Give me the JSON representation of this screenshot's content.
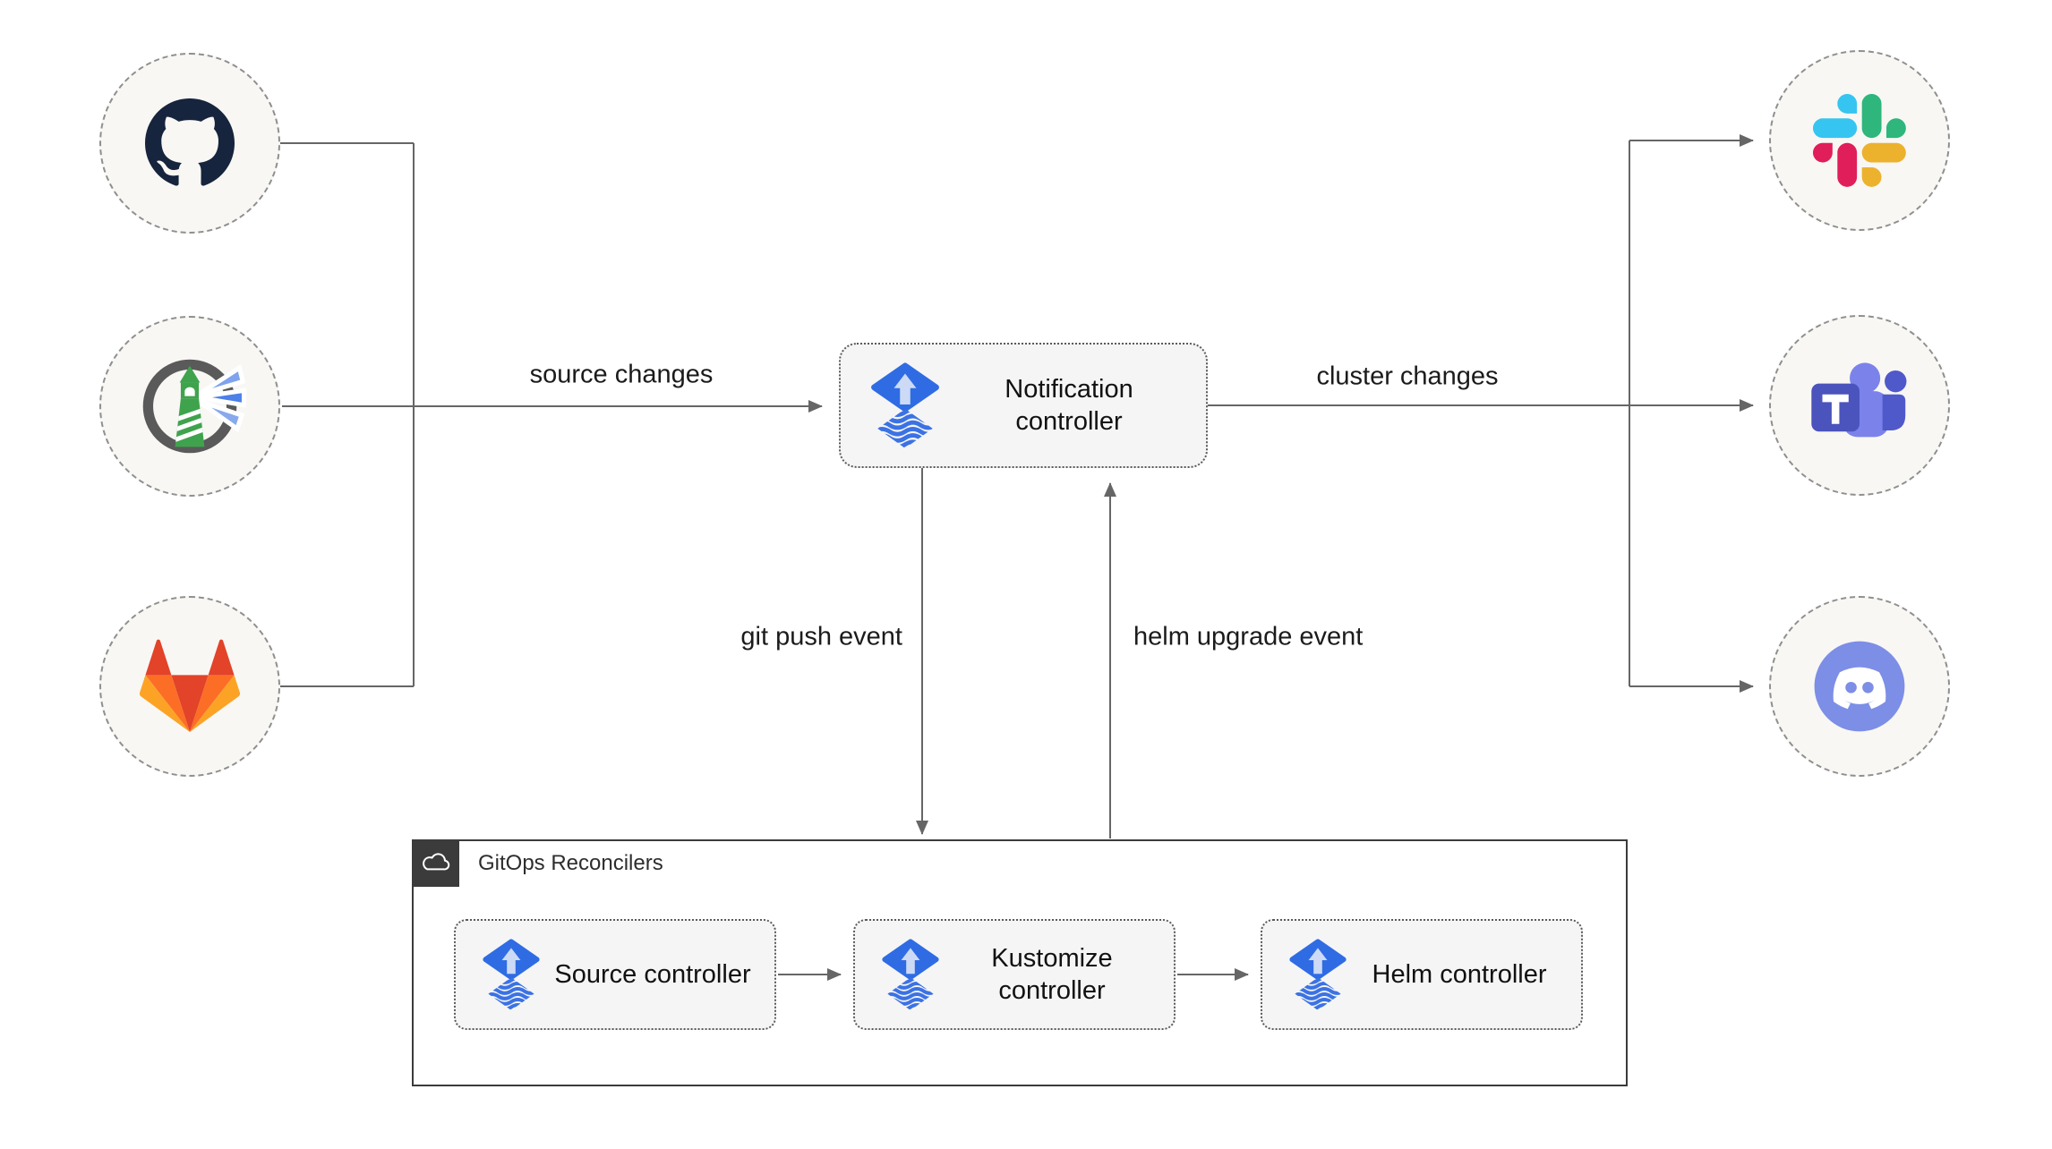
{
  "nodes": {
    "notification_controller": {
      "label": "Notification controller",
      "icon": "flux-icon"
    },
    "sources": [
      {
        "icon": "github-icon"
      },
      {
        "icon": "harbor-icon"
      },
      {
        "icon": "gitlab-icon"
      }
    ],
    "alert_providers": [
      {
        "icon": "slack-icon"
      },
      {
        "icon": "microsoft-teams-icon"
      },
      {
        "icon": "discord-icon"
      }
    ],
    "gitops_reconcilers": {
      "title": "GitOps Reconcilers",
      "icon": "cloud-icon",
      "controllers": [
        {
          "label": "Source controller",
          "icon": "flux-icon"
        },
        {
          "label": "Kustomize controller",
          "icon": "flux-icon"
        },
        {
          "label": "Helm controller",
          "icon": "flux-icon"
        }
      ]
    }
  },
  "edge_labels": {
    "source_changes": "source changes",
    "cluster_changes": "cluster changes",
    "git_push_event": "git push event",
    "helm_upgrade_event": "helm upgrade event"
  },
  "colors": {
    "flux_blue": "#2f6ce4",
    "flux_light_blue": "#ccdaf6",
    "line_gray": "#666666",
    "node_fill": "#f5f5f5",
    "node_border": "#5a5a5a",
    "circle_fill": "#f8f7f4",
    "circle_border": "#8f8f8f",
    "container_border": "#3b3b3b",
    "github_dark": "#16243d",
    "harbor_green": "#3fa34d",
    "gitlab_red": "#e24329",
    "gitlab_orange": "#fc6d26",
    "gitlab_yellow": "#fca326",
    "slack_blue": "#36c5f0",
    "slack_green": "#2eb67d",
    "slack_yellow": "#ecb22e",
    "slack_pink": "#e01e5a",
    "teams_purple": "#4b53bc",
    "teams_light_purple": "#7b83eb",
    "discord_blurple": "#7d8ee6"
  }
}
